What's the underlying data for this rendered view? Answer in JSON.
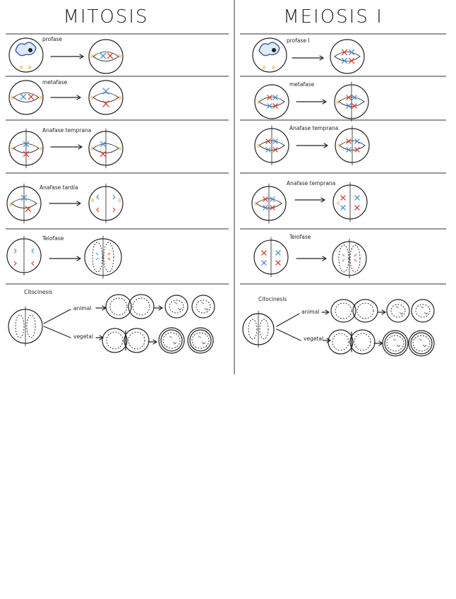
{
  "columns": [
    {
      "title": "MITOSIS",
      "rows": [
        {
          "label": "profase"
        },
        {
          "label": "metafase"
        },
        {
          "label": "Anafase temprana"
        },
        {
          "label": "Anafase tardía"
        },
        {
          "label": "Telofase"
        },
        {
          "label": "Citocinesis",
          "branches": [
            "animal",
            "vegetal"
          ]
        }
      ]
    },
    {
      "title": "MEIOSIS I",
      "rows": [
        {
          "label": "profase I"
        },
        {
          "label": "metafase"
        },
        {
          "label": "Anafase temprana"
        },
        {
          "label": "Anafase temprana"
        },
        {
          "label": "Telofase"
        },
        {
          "label": "Citocinesis",
          "branches": [
            "animal",
            "vegetal"
          ]
        }
      ]
    }
  ],
  "colors": {
    "blue": "#4a90d9",
    "red": "#d9432f",
    "orange": "#f0a030",
    "dark_blue": "#2c5fb0",
    "ink": "#222222"
  }
}
